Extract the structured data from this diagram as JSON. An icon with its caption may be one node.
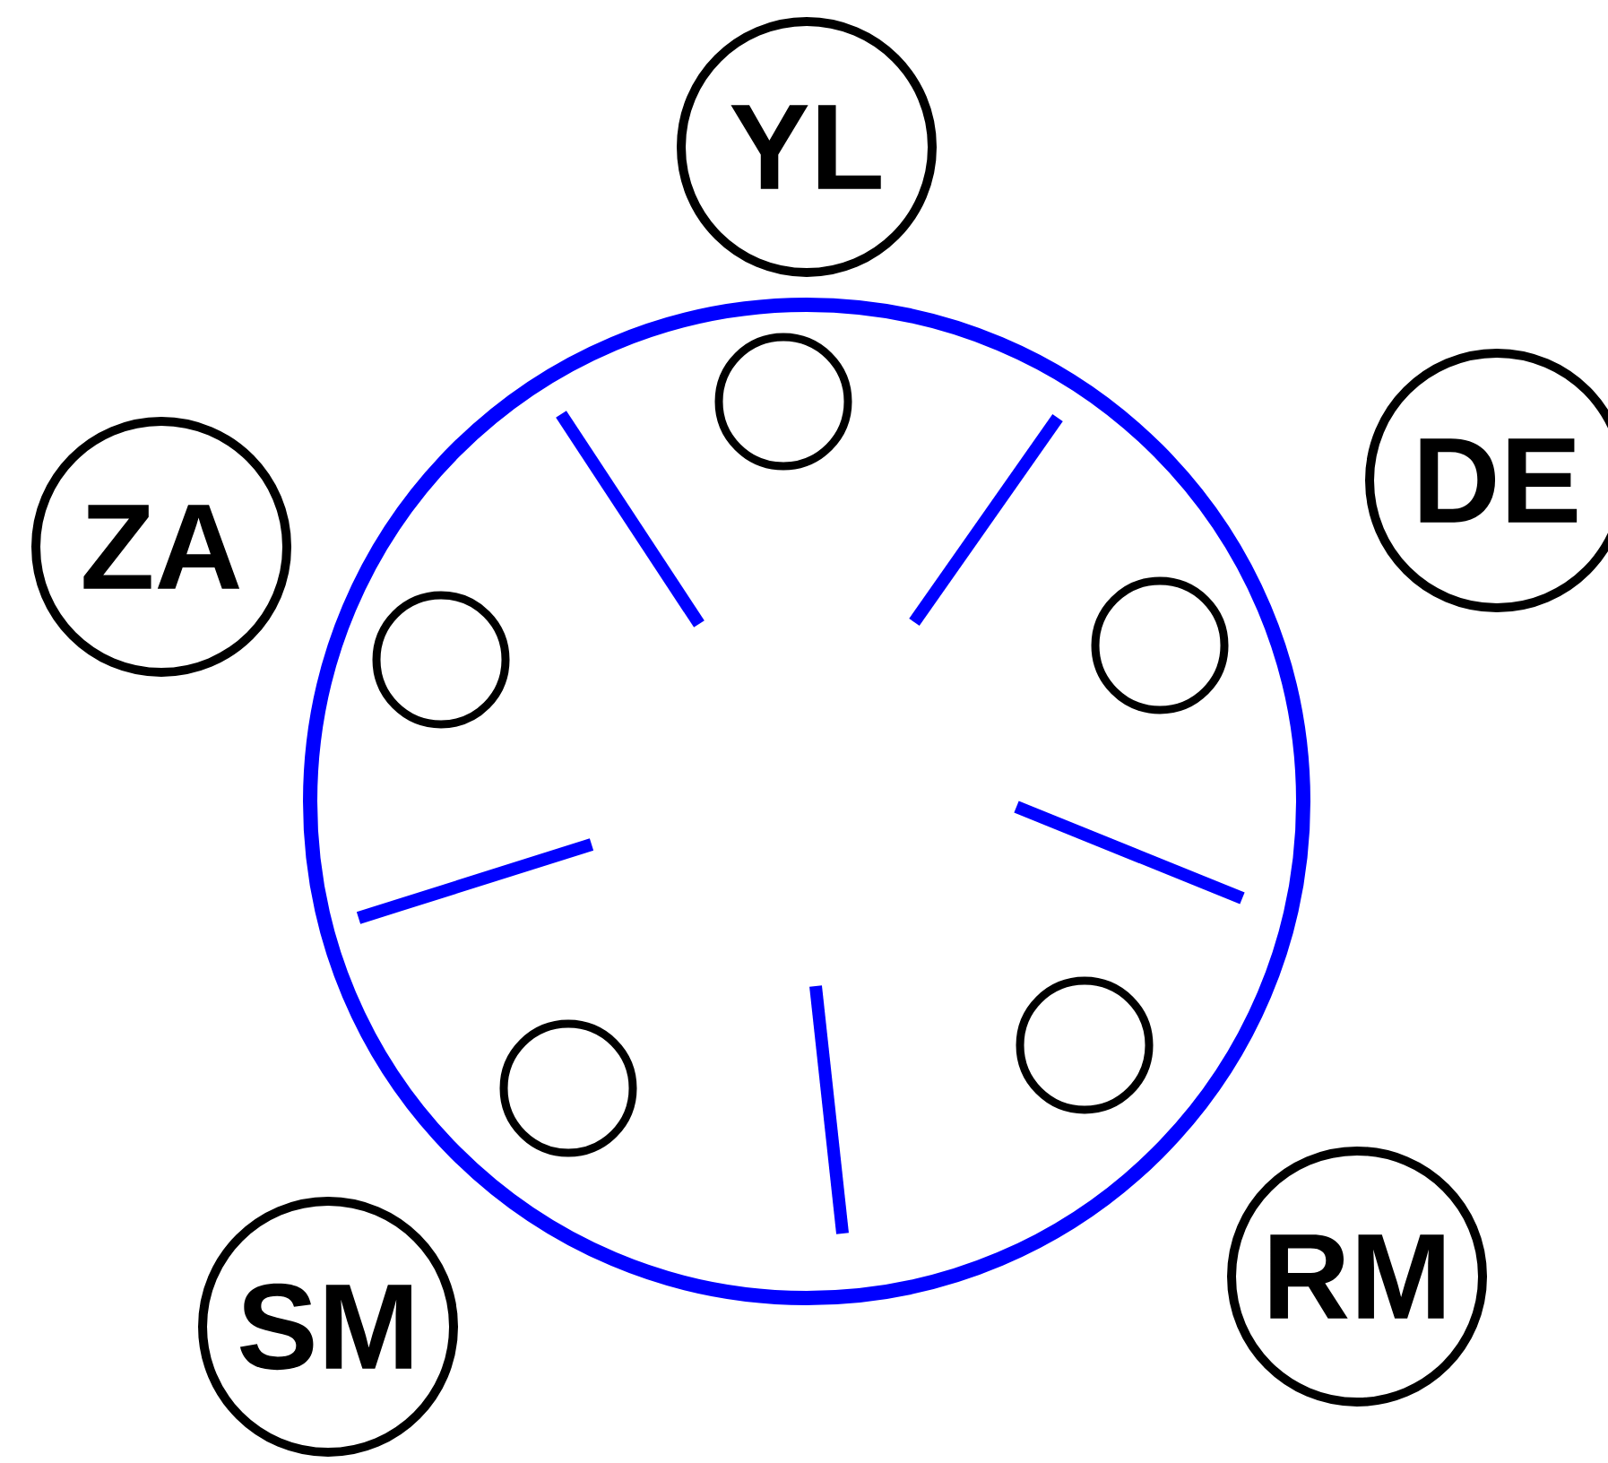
{
  "diagram": {
    "nodes": [
      {
        "text": [
          "YL"
        ]
      },
      {
        "text": [
          "DE"
        ]
      },
      {
        "text": [
          "ZA"
        ]
      },
      {
        "text": [
          "RM"
        ]
      },
      {
        "text": [
          "SM"
        ]
      },
      {
        "text": [],
        "shape": "circle"
      },
      {
        "text": [],
        "shape": "circle",
        "in": 5
      },
      {
        "text": [],
        "shape": "circle",
        "in": 5
      },
      {
        "text": [],
        "shape": "circle",
        "in": 5
      },
      {
        "text": [],
        "shape": "circle",
        "in": 5
      },
      {
        "text": [],
        "shape": "circle",
        "in": 5
      }
    ]
  }
}
